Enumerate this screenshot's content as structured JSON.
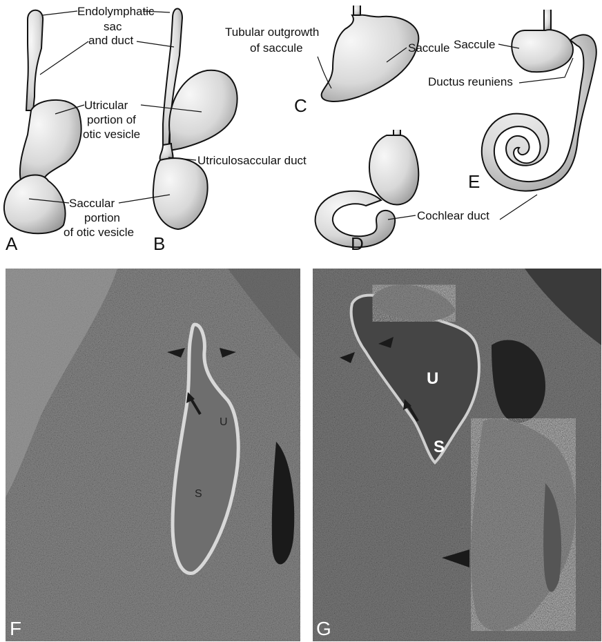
{
  "panels": {
    "A": "A",
    "B": "B",
    "C": "C",
    "D": "D",
    "E": "E",
    "F": "F",
    "G": "G"
  },
  "labels": {
    "endolymphatic": [
      "Endolymphatic",
      "sac",
      "and duct"
    ],
    "utricular": [
      "Utricular",
      "portion of",
      "otic vesicle"
    ],
    "utriculosaccular": "Utriculosaccular duct",
    "saccular": [
      "Saccular",
      "portion",
      "of otic vesicle"
    ],
    "tubular": [
      "Tubular outgrowth",
      "of saccule"
    ],
    "saccule": "Saccule",
    "ductus_reuniens": "Ductus reuniens",
    "cochlear_duct": "Cochlear duct"
  },
  "micrograph_labels": {
    "F_u": "U",
    "F_s": "S",
    "G_u": "U",
    "G_s": "S"
  }
}
